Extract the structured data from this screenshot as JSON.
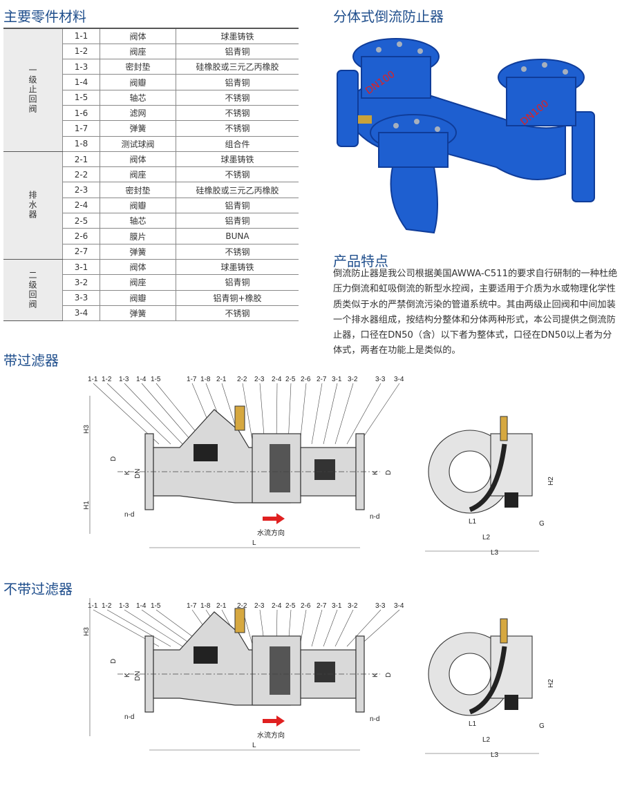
{
  "parts_title": "主要零件材料",
  "product_title": "分体式倒流防止器",
  "features_title": "产品特点",
  "features_text": "倒流防止器是我公司根据美国AWWA-C511的要求自行研制的一种杜绝压力倒流和虹吸倒流的新型水控阀，主要适用于介质为水或物理化学性质类似于水的严禁倒流污染的管道系统中。其由两级止回阀和中间加装一个排水器组成，按结构分整体和分体两种形式，本公司提供之倒流防止器，口径在DN50（含）以下者为整体式，口径在DN50以上者为分体式，两者在功能上是类似的。",
  "product_marking": "DN100",
  "groups": [
    {
      "name": "一级止回阀",
      "rows": [
        [
          "1-1",
          "阀体",
          "球墨铸铁"
        ],
        [
          "1-2",
          "阀座",
          "铝青铜"
        ],
        [
          "1-3",
          "密封垫",
          "硅橡胶或三元乙丙橡胶"
        ],
        [
          "1-4",
          "阀瓣",
          "铝青铜"
        ],
        [
          "1-5",
          "轴芯",
          "不锈钢"
        ],
        [
          "1-6",
          "滤网",
          "不锈钢"
        ],
        [
          "1-7",
          "弹簧",
          "不锈钢"
        ],
        [
          "1-8",
          "测试球阀",
          "组合件"
        ]
      ]
    },
    {
      "name": "排水器",
      "rows": [
        [
          "2-1",
          "阀体",
          "球墨铸铁"
        ],
        [
          "2-2",
          "阀座",
          "不锈钢"
        ],
        [
          "2-3",
          "密封垫",
          "硅橡胶或三元乙丙橡胶"
        ],
        [
          "2-4",
          "阀瓣",
          "铝青铜"
        ],
        [
          "2-5",
          "轴芯",
          "铝青铜"
        ],
        [
          "2-6",
          "膜片",
          "BUNA"
        ],
        [
          "2-7",
          "弹簧",
          "不锈钢"
        ]
      ]
    },
    {
      "name": "二级回阀",
      "rows": [
        [
          "3-1",
          "阀体",
          "球墨铸铁"
        ],
        [
          "3-2",
          "阀座",
          "铝青铜"
        ],
        [
          "3-3",
          "阀瓣",
          "铝青铜+橡胶"
        ],
        [
          "3-4",
          "弹簧",
          "不锈钢"
        ]
      ]
    }
  ],
  "diagrams": [
    {
      "title": "带过滤器",
      "parts": [
        "1-1",
        "1-2",
        "1-3",
        "1-4",
        "1-5",
        "1-7",
        "1-8",
        "2-1",
        "2-2",
        "2-3",
        "2-4",
        "2-5",
        "2-6",
        "2-7",
        "3-1",
        "3-2",
        "3-3",
        "3-4"
      ],
      "flow": "水流方向",
      "dims": {
        "H3": "H3",
        "D": "D",
        "K": "K",
        "DN": "DN",
        "H1": "H1",
        "nd": "n-d",
        "L": "L",
        "H2": "H2",
        "L1": "L1",
        "L2": "L2",
        "L3": "L3",
        "G": "G"
      }
    },
    {
      "title": "不带过滤器",
      "parts": [
        "1-1",
        "1-2",
        "1-3",
        "1-4",
        "1-5",
        "1-7",
        "1-8",
        "2-1",
        "2-2",
        "2-3",
        "2-4",
        "2-5",
        "2-6",
        "2-7",
        "3-1",
        "3-2",
        "3-3",
        "3-4"
      ],
      "flow": "水流方向",
      "dims": {
        "H3": "H3",
        "D": "D",
        "K": "K",
        "DN": "DN",
        "H1": "",
        "nd": "n-d",
        "L": "L",
        "H2": "H2",
        "L1": "L1",
        "L2": "L2",
        "L3": "L3",
        "G": "G"
      }
    }
  ]
}
